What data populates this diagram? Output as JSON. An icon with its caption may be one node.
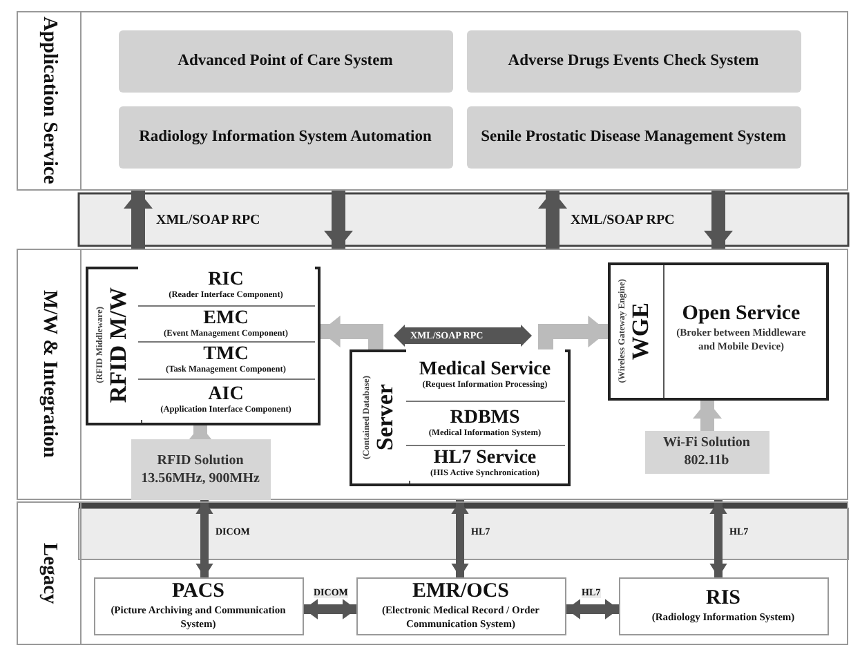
{
  "diagram": {
    "nodes": [
      {
        "text": [
          "Application Service"
        ]
      },
      {
        "text": [
          "Advanced Point of Care System"
        ],
        "in": 0
      },
      {
        "text": [
          "Adverse Drugs Events Check System"
        ],
        "in": 0
      },
      {
        "text": [
          "Radiology Information System Automation"
        ],
        "in": 0
      },
      {
        "text": [
          "Senile Prostatic Disease Management System"
        ],
        "in": 0
      },
      {
        "text": [
          "M/W & Integration"
        ]
      },
      {
        "text": [
          "RFID M/W",
          "(RFID Middleware)"
        ],
        "in": 5
      },
      {
        "text": [
          "RIC",
          "(Reader Interface Component)"
        ],
        "in": 6
      },
      {
        "text": [
          "EMC",
          "(Event Management Component)"
        ],
        "in": 6
      },
      {
        "text": [
          "TMC",
          "(Task Management Component)"
        ],
        "in": 6
      },
      {
        "text": [
          "AIC",
          "(Application Interface Component)"
        ],
        "in": 6
      },
      {
        "text": [
          "RFID Solution 13.56MHz, 900MHz"
        ],
        "in": 5
      },
      {
        "text": [
          "Server",
          "(Contained Database)"
        ],
        "in": 5
      },
      {
        "text": [
          "Medical Service",
          "(Request Information Processing)"
        ],
        "in": 12
      },
      {
        "text": [
          "RDBMS",
          "(Medical Information System)"
        ],
        "in": 12
      },
      {
        "text": [
          "HL7 Service",
          "(HIS Active Synchronication)"
        ],
        "in": 12
      },
      {
        "text": [
          "WGE",
          "(Wireless Gateway Engine)"
        ],
        "in": 5
      },
      {
        "text": [
          "Open Service",
          "(Broker between Middleware and Mobile Device)"
        ],
        "in": 16
      },
      {
        "text": [
          "Wi-Fi Solution 802.11b"
        ],
        "in": 5
      },
      {
        "text": [
          "Legacy"
        ]
      },
      {
        "text": [
          "PACS",
          "(Picture Archiving and Communication System)"
        ],
        "in": 19
      },
      {
        "text": [
          "EMR/OCS",
          "(Electronic Medical Record / Order Communication System)"
        ],
        "in": 19
      },
      {
        "text": [
          "RIS",
          "(Radiology Information System)"
        ],
        "in": 19
      }
    ],
    "edges": [
      {
        "from": 5,
        "to": 0,
        "arrow": "to",
        "label": "XML/SOAP RPC"
      },
      {
        "from": 0,
        "to": 5,
        "arrow": "to"
      },
      {
        "from": 5,
        "to": 0,
        "arrow": "to",
        "label": "XML/SOAP RPC"
      },
      {
        "from": 0,
        "to": 5,
        "arrow": "to"
      },
      {
        "from": 12,
        "to": 6,
        "arrow": "to",
        "color": "#bbbbbb"
      },
      {
        "from": 12,
        "to": 16,
        "arrow": "to",
        "color": "#bbbbbb"
      },
      {
        "from": 11,
        "to": 6,
        "arrow": "to",
        "color": "#bbbbbb"
      },
      {
        "from": 18,
        "to": 16,
        "arrow": "to",
        "color": "#bbbbbb"
      },
      {
        "from": 5,
        "to": 20,
        "arrow": "both",
        "label": "DICOM"
      },
      {
        "from": 5,
        "to": 21,
        "arrow": "both",
        "label": "HL7"
      },
      {
        "from": 5,
        "to": 22,
        "arrow": "both",
        "label": "HL7"
      },
      {
        "from": 20,
        "to": 21,
        "arrow": "both",
        "label": "DICOM"
      },
      {
        "from": 21,
        "to": 22,
        "arrow": "both",
        "label": "HL7"
      }
    ],
    "labels": [
      "XML/SOAP RPC"
    ]
  }
}
